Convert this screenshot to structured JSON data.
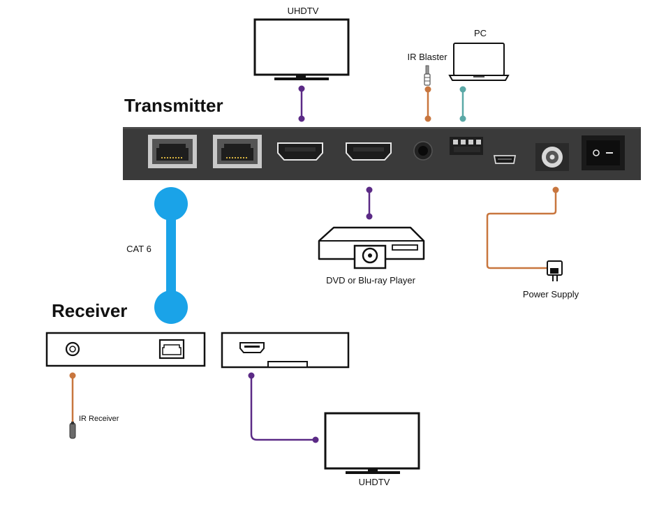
{
  "headings": {
    "transmitter": "Transmitter",
    "receiver": "Receiver"
  },
  "labels": {
    "uhdtv_top": "UHDTV",
    "pc": "PC",
    "ir_blaster": "IR Blaster",
    "cat6": "CAT 6",
    "dvd_player": "DVD or Blu-ray Player",
    "power_supply": "Power Supply",
    "ir_receiver": "IR Receiver",
    "uhdtv_bottom": "UHDTV"
  },
  "colors": {
    "hdmi_line": "#5b2a86",
    "ir_line": "#c8763e",
    "power_line": "#c8763e",
    "pc_line": "#5aa8a6",
    "cat6_cable": "#1aa3e8",
    "transmitter_body": "#3a3a3a",
    "outline": "#222222"
  },
  "icons": [
    "tv-icon",
    "laptop-icon",
    "audio-jack-icon",
    "rj45-port-icon",
    "hdmi-port-icon",
    "ir-port-icon",
    "terminal-block-icon",
    "micro-usb-port-icon",
    "dc-power-port-icon",
    "power-switch-icon",
    "disc-player-icon",
    "power-adapter-icon"
  ]
}
